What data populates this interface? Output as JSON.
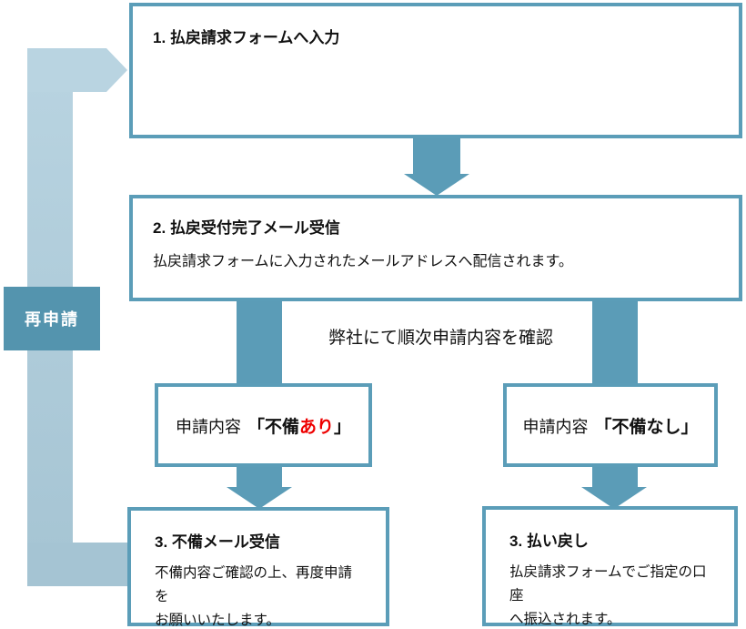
{
  "colors": {
    "accent_teal": "#5b9cb7",
    "box_border": "#5b9db8",
    "reapply_bg": "#5494ae",
    "loop_light_top": "#b9d4e1",
    "loop_light_bottom": "#a5c4d3",
    "alert_red": "#ee0000",
    "text": "#111111",
    "background": "#ffffff"
  },
  "icons": {
    "down_arrow": "down-arrow",
    "loop_back_arrow": "loop-back-left-arrow"
  },
  "flow": {
    "step1": {
      "title": "1. 払戻請求フォームへ入力"
    },
    "step2": {
      "title": "2. 払戻受付完了メール受信",
      "body": "払戻請求フォームに入力されたメールアドレスへ配信されます。"
    },
    "review_note": "弊社にて順次申請内容を確認",
    "branch_ng": {
      "prefix": "申請内容",
      "bold_open": "「不備",
      "highlight": "あり",
      "bold_close": "」"
    },
    "branch_ok": {
      "prefix": "申請内容",
      "bold": "「不備なし」"
    },
    "step3_ng": {
      "title": "3. 不備メール受信",
      "body_lines": [
        "不備内容ご確認の上、再度申請を",
        "お願いいたします。"
      ]
    },
    "step3_ok": {
      "title": "3. 払い戻し",
      "body_lines": [
        "払戻請求フォームでご指定の口座",
        "へ振込されます。"
      ]
    },
    "reapply_label": "再申請"
  }
}
